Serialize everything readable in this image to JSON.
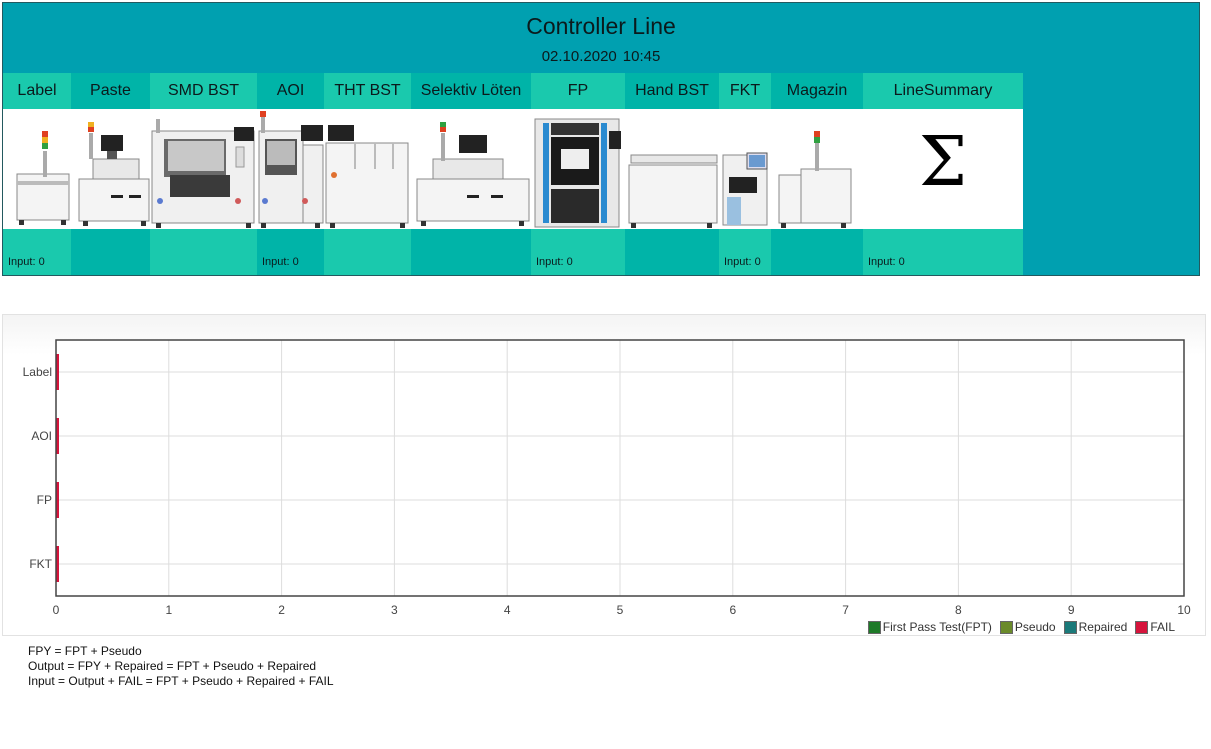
{
  "header": {
    "title": "Controller Line",
    "date": "02.10.2020",
    "time": "10:45"
  },
  "stations": [
    {
      "label": "Label",
      "input": "Input: 0"
    },
    {
      "label": "Paste",
      "input": ""
    },
    {
      "label": "SMD BST",
      "input": ""
    },
    {
      "label": "AOI",
      "input": "Input: 0"
    },
    {
      "label": "THT BST",
      "input": ""
    },
    {
      "label": "Selektiv Löten",
      "input": ""
    },
    {
      "label": "FP",
      "input": "Input: 0"
    },
    {
      "label": "Hand BST",
      "input": ""
    },
    {
      "label": "FKT",
      "input": "Input: 0"
    },
    {
      "label": "Magazin",
      "input": ""
    },
    {
      "label": "LineSummary",
      "input": "Input: 0",
      "symbol": "Σ"
    }
  ],
  "colors": {
    "panel": "#00a0b0",
    "header_light": "#1ac9ad",
    "header_dark": "#00b4a8",
    "fpt": "#1e7a28",
    "pseudo": "#6a8a2a",
    "repaired": "#1b7a7a",
    "fail": "#d6143c"
  },
  "chart_data": {
    "type": "bar",
    "orientation": "horizontal",
    "stacked": true,
    "categories": [
      "Label",
      "AOI",
      "FP",
      "FKT"
    ],
    "series": [
      {
        "name": "First Pass Test(FPT)",
        "values": [
          0,
          0,
          0,
          0
        ]
      },
      {
        "name": "Pseudo",
        "values": [
          0,
          0,
          0,
          0
        ]
      },
      {
        "name": "Repaired",
        "values": [
          0,
          0,
          0,
          0
        ]
      },
      {
        "name": "FAIL",
        "values": [
          0,
          0,
          0,
          0
        ]
      }
    ],
    "xlim": [
      0,
      10
    ],
    "xticks": [
      "0",
      "1",
      "2",
      "3",
      "4",
      "5",
      "6",
      "7",
      "8",
      "9",
      "10"
    ],
    "grid": true,
    "legend": "bottom-right"
  },
  "notes": [
    "FPY = FPT + Pseudo",
    "Output = FPY + Repaired = FPT + Pseudo + Repaired",
    "Input = Output + FAIL = FPT + Pseudo + Repaired + FAIL"
  ]
}
